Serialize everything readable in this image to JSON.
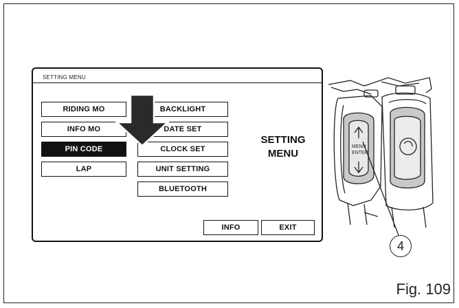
{
  "screen": {
    "title": "SETTING MENU",
    "left_buttons": [
      "RIDING MO",
      "INFO MO",
      "PIN CODE",
      "LAP"
    ],
    "right_buttons": [
      "BACKLIGHT",
      "DATE SET",
      "CLOCK SET",
      "UNIT SETTING",
      "BLUETOOTH"
    ],
    "selected": "PIN CODE",
    "heading_line1": "SETTING",
    "heading_line2": "MENU",
    "info_label": "INFO",
    "exit_label": "EXIT"
  },
  "device": {
    "menu_enter_line1": "MENU",
    "menu_enter_line2": "ENTER"
  },
  "callout": "4",
  "figure_label": "Fig. 109",
  "colors": {
    "ink": "#111111",
    "background": "#ffffff"
  }
}
